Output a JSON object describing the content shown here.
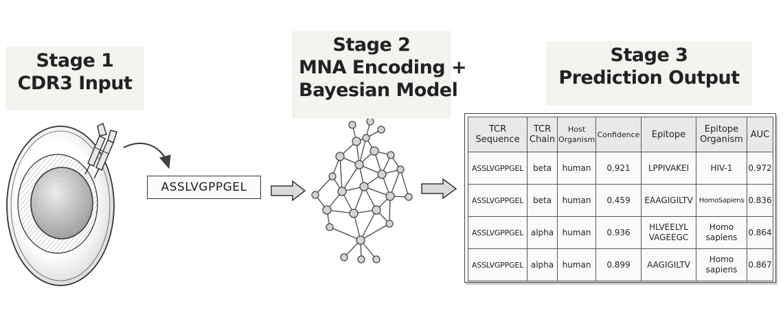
{
  "stages": [
    {
      "lines": [
        "Stage 1",
        "CDR3 Input"
      ]
    },
    {
      "lines": [
        "Stage 2",
        "MNA Encoding +",
        "Bayesian Model"
      ]
    },
    {
      "lines": [
        "Stage 3",
        "Prediction Output"
      ]
    }
  ],
  "input_sequence": "ASSLVGPPGEL",
  "table": {
    "headers": [
      {
        "lines": [
          "TCR",
          "Sequence"
        ]
      },
      {
        "lines": [
          "TCR",
          "Chain"
        ]
      },
      {
        "lines": [
          "Host",
          "Organism"
        ]
      },
      {
        "lines": [
          "Confidence"
        ]
      },
      {
        "lines": [
          "Epitope"
        ]
      },
      {
        "lines": [
          "Epitope",
          "Organism"
        ]
      },
      {
        "lines": [
          "AUC"
        ]
      }
    ],
    "rows": [
      {
        "sequence": "ASSLVGPPGEL",
        "chain": "beta",
        "host": "human",
        "confidence": "0.921",
        "epitope": [
          "LPPIVAKEI"
        ],
        "epitope_organism": [
          "HIV-1"
        ],
        "auc": "0.972"
      },
      {
        "sequence": "ASSLVGPPGEL",
        "chain": "beta",
        "host": "human",
        "confidence": "0.459",
        "epitope": [
          "EAAGIGILTV"
        ],
        "epitope_organism": [
          "HomoSapiens"
        ],
        "auc": "0.836"
      },
      {
        "sequence": "ASSLVGPPGEL",
        "chain": "alpha",
        "host": "human",
        "confidence": "0.936",
        "epitope": [
          "HLVEELYL",
          "VAGEEGC"
        ],
        "epitope_organism": [
          "Homo",
          "sapiens"
        ],
        "auc": "0.864"
      },
      {
        "sequence": "ASSLVGPPGEL",
        "chain": "alpha",
        "host": "human",
        "confidence": "0.899",
        "epitope": [
          "AAGIGILTV"
        ],
        "epitope_organism": [
          "Homo",
          "sapiens"
        ],
        "auc": "0.867"
      }
    ]
  }
}
